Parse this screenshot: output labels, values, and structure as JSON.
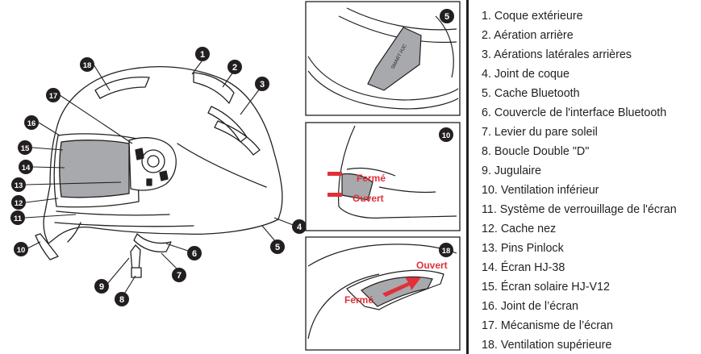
{
  "legend": {
    "items": [
      "1. Coque extérieure",
      "2. Aération arrière",
      "3. Aérations latérales arrières",
      "4. Joint de coque",
      "5. Cache Bluetooth",
      "6. Couvercle de l'interface Bluetooth",
      "7. Levier du pare soleil",
      "8. Boucle Double \"D\"",
      "9. Jugulaire",
      "10. Ventilation inférieur",
      "11. Système de verrouillage de l'écran",
      "12. Cache nez",
      "13. Pins Pinlock",
      "14. Écran HJ-38",
      "15. Écran solaire HJ-V12",
      "16. Joint de l’écran",
      "17. Mécanisme de l’écran",
      "18. Ventilation supérieure"
    ]
  },
  "callouts": [
    "1",
    "2",
    "3",
    "4",
    "5",
    "6",
    "7",
    "8",
    "9",
    "10",
    "11",
    "12",
    "13",
    "14",
    "15",
    "16",
    "17",
    "18"
  ],
  "details": {
    "bluetooth": {
      "badge": "5",
      "cover_text": "SMART HJC"
    },
    "lower_vent": {
      "badge": "10",
      "closed_label": "Fermé",
      "open_label": "Ouvert"
    },
    "top_vent": {
      "badge": "18",
      "open_label": "Ouvert",
      "closed_label": "Fermé"
    }
  },
  "colors": {
    "ink": "#231f20",
    "accent_red": "#e0303a",
    "visor_gray": "#a7a9ac",
    "shell": "#ffffff"
  }
}
